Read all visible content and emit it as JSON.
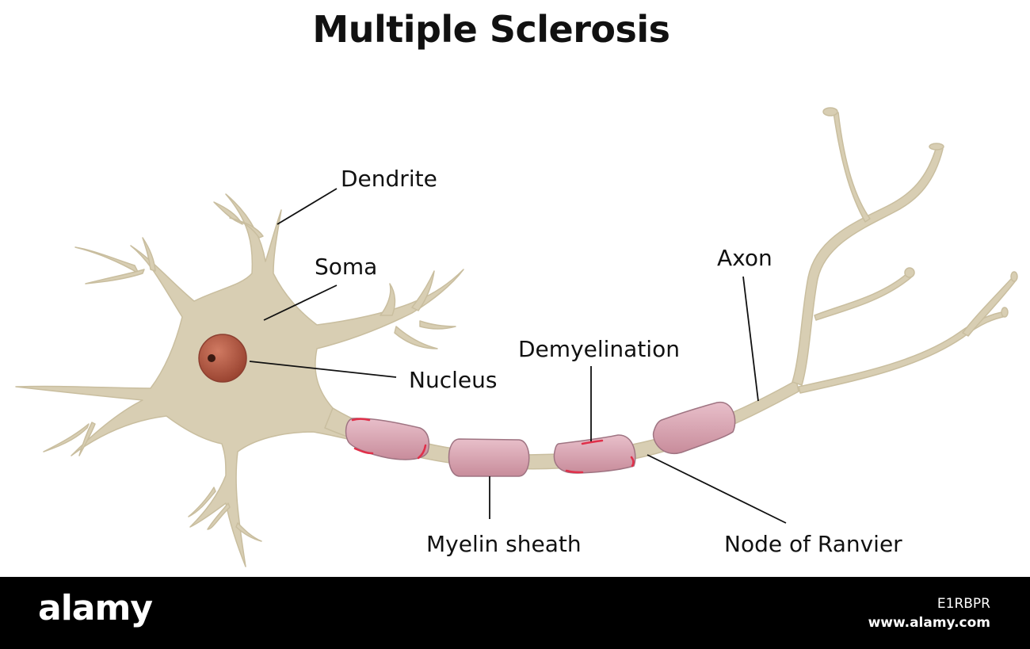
{
  "title": "Multiple Sclerosis",
  "labels": {
    "dendrite": "Dendrite",
    "soma": "Soma",
    "nucleus": "Nucleus",
    "demyelination": "Demyelination",
    "axon": "Axon",
    "myelin_sheath": "Myelin sheath",
    "node_of_ranvier": "Node of Ranvier"
  },
  "footer": {
    "brand": "alamy",
    "image_id": "E1RBPR",
    "site": "www.alamy.com"
  },
  "colors": {
    "neuron_body": "#d8ceb3",
    "neuron_edge": "#c2b796",
    "nucleus": "#b35a45",
    "myelin": "#d9a5b1",
    "myelin_edge": "#9f7482",
    "demyelination": "#e0304a",
    "footer_bg": "#000000"
  }
}
